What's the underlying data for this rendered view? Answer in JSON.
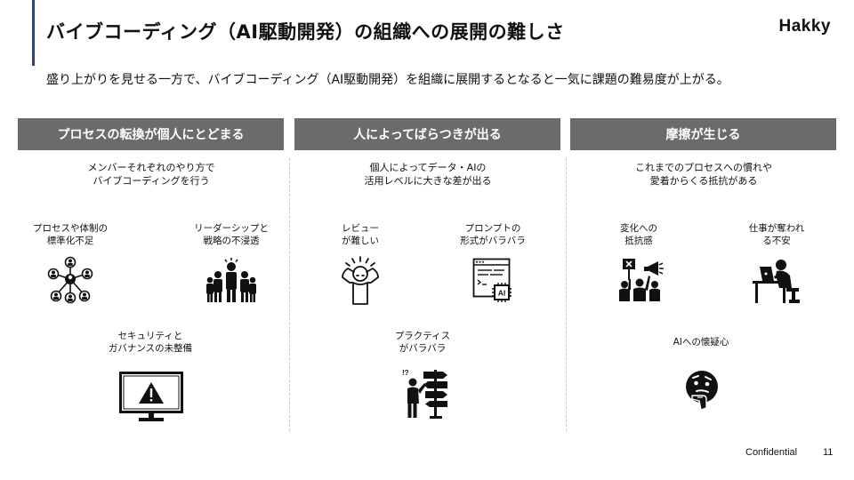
{
  "title": "バイブコーディング（AI駆動開発）の組織への展開の難しさ",
  "logo": "Hakky",
  "lead": "盛り上がりを見せる一方で、バイブコーディング（AI駆動開発）を組織に展開するとなると一気に課題の難易度が上がる。",
  "columns": [
    {
      "header": "プロセスの転換が個人にとどまる",
      "sub": [
        "メンバーそれぞれのやり方で",
        "バイブコーディングを行う"
      ],
      "items": [
        {
          "label": [
            "プロセスや体制の",
            "標準化不足"
          ],
          "icon": "network-people-icon"
        },
        {
          "label": [
            "リーダーシップと",
            "戦略の不浸透"
          ],
          "icon": "leader-group-icon"
        },
        {
          "label": [
            "セキュリティと",
            "ガバナンスの未整備"
          ],
          "icon": "monitor-warning-icon"
        }
      ]
    },
    {
      "header": "人によってばらつきが出る",
      "sub": [
        "個人によってデータ・AIの",
        "活用レベルに大きな差が出る"
      ],
      "items": [
        {
          "label": [
            "レビュー",
            "が難しい"
          ],
          "icon": "stressed-person-icon"
        },
        {
          "label": [
            "プロンプトの",
            "形式がバラバラ"
          ],
          "icon": "ai-document-icon"
        },
        {
          "label": [
            "プラクティス",
            "がバラバラ"
          ],
          "icon": "signpost-confused-icon"
        }
      ]
    },
    {
      "header": "摩擦が生じる",
      "sub": [
        "これまでのプロセスへの慣れや",
        "愛着からくる抵抗がある"
      ],
      "items": [
        {
          "label": [
            "変化への",
            "抵抗感"
          ],
          "icon": "protest-icon"
        },
        {
          "label": [
            "仕事が奪われ",
            "る不安"
          ],
          "icon": "worried-worker-icon"
        },
        {
          "label": [
            "AIへの懐疑心"
          ],
          "icon": "thinking-face-icon"
        }
      ]
    }
  ],
  "footer": {
    "confidential": "Confidential",
    "page": "11"
  }
}
